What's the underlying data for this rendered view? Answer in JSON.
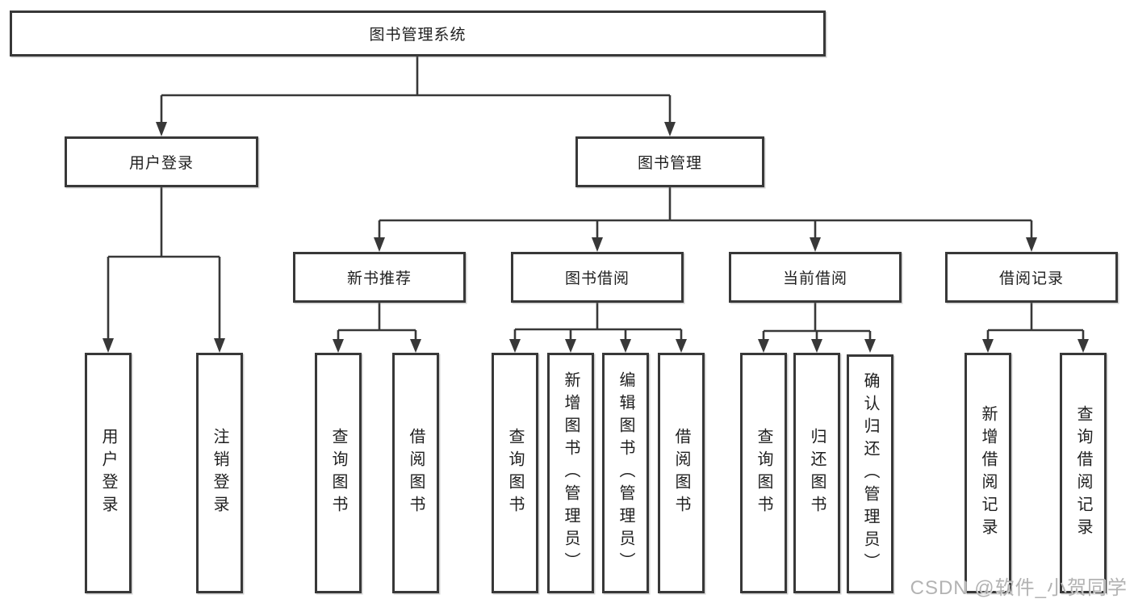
{
  "watermark": "CSDN @软件_小贺同学",
  "colors": {
    "line": "#383838",
    "text": "#1f1f1f",
    "watermark": "#b3b3b3",
    "background": "#ffffff"
  },
  "diagram_type": "hierarchy-tree",
  "tree": {
    "root": {
      "label": "图书管理系统"
    },
    "branches": [
      {
        "label": "用户登录",
        "children": [
          {
            "label": "用户登录"
          },
          {
            "label": "注销登录"
          }
        ]
      },
      {
        "label": "图书管理",
        "children": [
          {
            "label": "新书推荐",
            "children": [
              {
                "label": "查询图书"
              },
              {
                "label": "借阅图书"
              }
            ]
          },
          {
            "label": "图书借阅",
            "children": [
              {
                "label": "查询图书"
              },
              {
                "label": "新增图书（管理员）"
              },
              {
                "label": "编辑图书（管理员）"
              },
              {
                "label": "借阅图书"
              }
            ]
          },
          {
            "label": "当前借阅",
            "children": [
              {
                "label": "查询图书"
              },
              {
                "label": "归还图书"
              },
              {
                "label": "确认归还（管理员）"
              }
            ]
          },
          {
            "label": "借阅记录",
            "children": [
              {
                "label": "新增借阅记录"
              },
              {
                "label": "查询借阅记录"
              }
            ]
          }
        ]
      }
    ]
  }
}
